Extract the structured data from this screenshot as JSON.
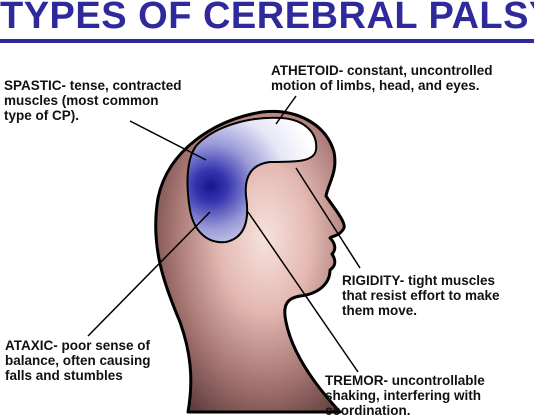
{
  "title": "TYPES OF CEREBRAL PALSY",
  "colors": {
    "title": "#2e2a9c",
    "head_fill_dark": "#5a3a3a",
    "head_fill_light": "#f2d4cc",
    "brain_core": "#1a1a8c",
    "brain_edge": "#ffffff",
    "outline": "#000000"
  },
  "labels": {
    "spastic": {
      "line1": "SPASTIC- tense, contracted",
      "line2": "muscles (most common",
      "line3": "type of CP)."
    },
    "athetoid": {
      "line1": "ATHETOID- constant, uncontrolled",
      "line2": "motion of limbs, head, and eyes."
    },
    "rigidity": {
      "line1": "RIGIDITY- tight muscles",
      "line2": "that resist effort to make",
      "line3": "them move."
    },
    "ataxic": {
      "line1": "ATAXIC- poor sense of",
      "line2": "balance, often causing",
      "line3": "falls and stumbles"
    },
    "tremor": {
      "line1": "TREMOR- uncontrollable",
      "line2": "shaking, interfering with",
      "line3": "coordination."
    }
  }
}
